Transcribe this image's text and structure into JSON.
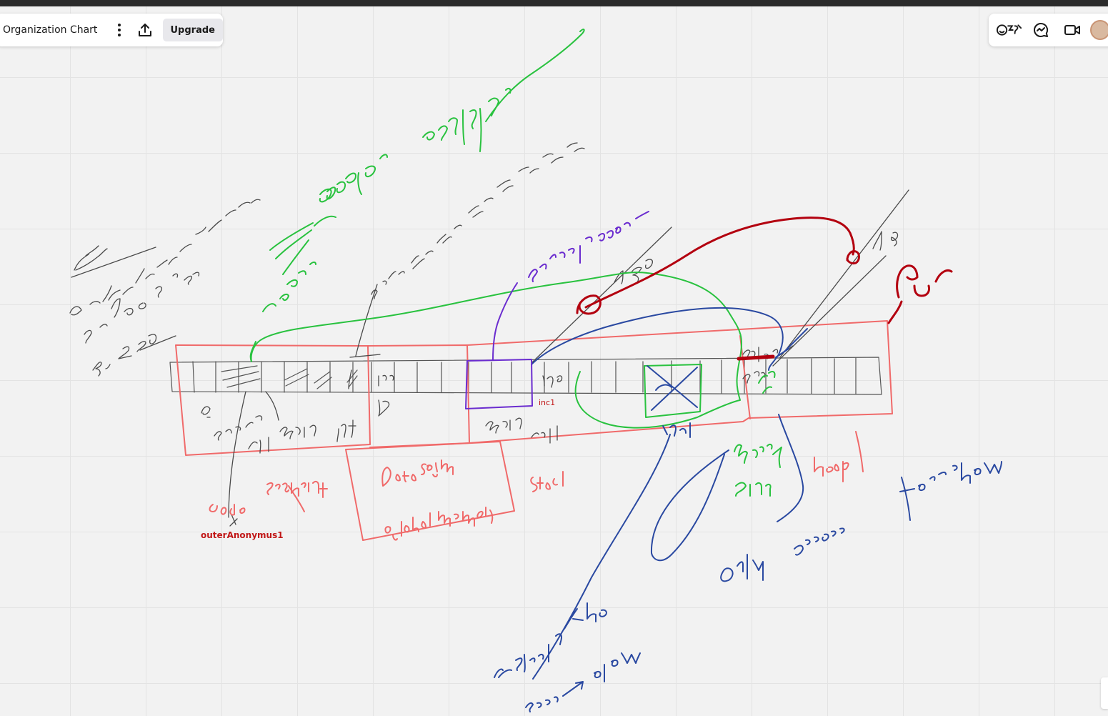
{
  "toolbar": {
    "board_title": "Organization Chart",
    "more_icon": "vertical-dots-icon",
    "share_icon": "upload-icon",
    "upgrade_label": "Upgrade"
  },
  "right_toolbar": {
    "reactions_icon": "reactions-icon",
    "chat_icon": "chat-icon",
    "video_icon": "video-camera-icon"
  },
  "canvas_labels": {
    "outer_anonymus": "outerAnonymus1",
    "inc1": "inc1"
  },
  "colors": {
    "ink_red": "#f06a6a",
    "ink_dark_red": "#b3000f",
    "ink_green": "#29c23f",
    "ink_blue": "#2a49a1",
    "ink_purple": "#6a2ccf",
    "ink_gray": "#444444"
  }
}
